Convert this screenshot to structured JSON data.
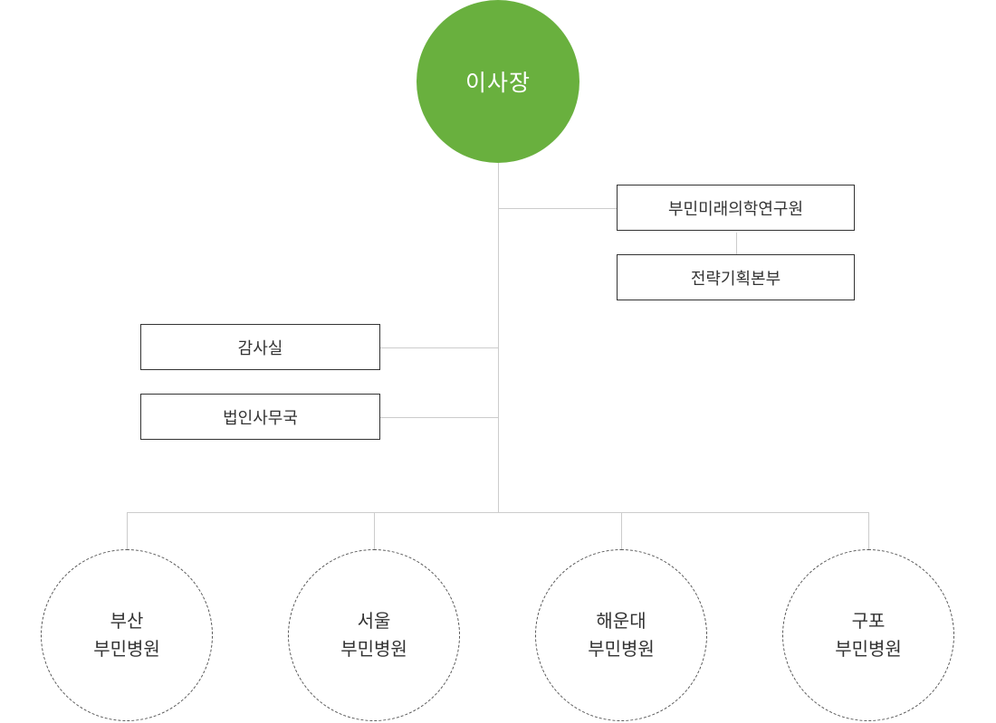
{
  "chairman": {
    "label": "이사장",
    "color": "#69b03e"
  },
  "right_units": [
    {
      "label": "부민미래의학연구원"
    },
    {
      "label": "전략기획본부"
    }
  ],
  "left_units": [
    {
      "label": "감사실"
    },
    {
      "label": "법인사무국"
    }
  ],
  "hospitals": [
    {
      "line1": "부산",
      "line2": "부민병원"
    },
    {
      "line1": "서울",
      "line2": "부민병원"
    },
    {
      "line1": "해운대",
      "line2": "부민병원"
    },
    {
      "line1": "구포",
      "line2": "부민병원"
    }
  ]
}
